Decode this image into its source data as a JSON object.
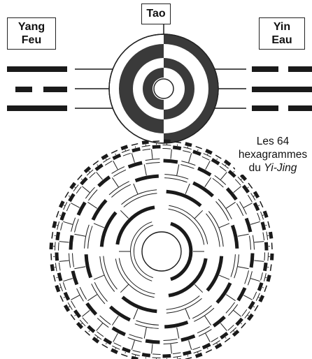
{
  "labels": {
    "tao": "Tao",
    "yang_line1": "Yang",
    "yang_line2": "Feu",
    "yin_line1": "Yin",
    "yin_line2": "Eau"
  },
  "caption": {
    "line1": "Les 64",
    "line2": "hexagrammes",
    "line3_prefix": "du ",
    "line3_italic": "Yi-Jing"
  },
  "hexagram_count": 64,
  "colors": {
    "ink": "#1a1a1a",
    "ring_dark": "#3a3a3a",
    "background": "#ffffff"
  }
}
